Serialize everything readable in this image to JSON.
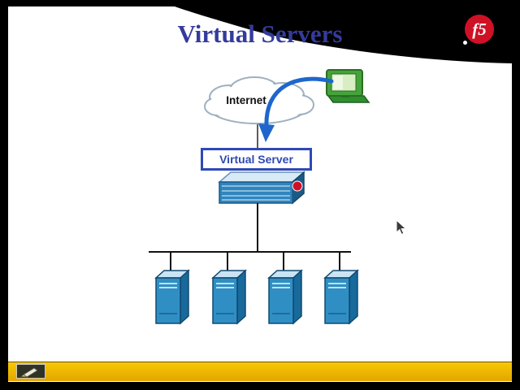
{
  "slide": {
    "title": "Virtual Servers"
  },
  "logo": {
    "text": "f5"
  },
  "diagram": {
    "internet_label": "Internet",
    "virtual_server_label": "Virtual Server",
    "server_count": 4
  },
  "colors": {
    "title_blue": "#343b9c",
    "box_border_blue": "#2f49b5",
    "arrow_blue": "#1f66cc",
    "logo_red": "#cf1126",
    "bar_yellow": "#f0b400",
    "server_blue": "#2f8fc4",
    "appliance_blue": "#2f85bd",
    "cloud_outline": "#9fb0c0",
    "computer_green": "#45a33b"
  }
}
